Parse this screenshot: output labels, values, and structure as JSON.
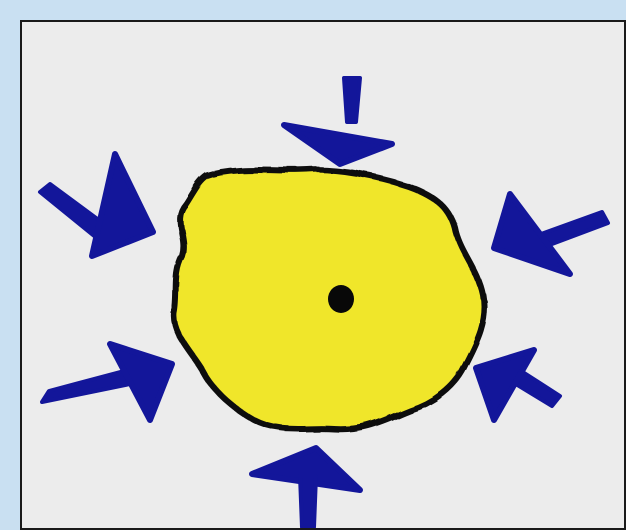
{
  "diagram": {
    "colors": {
      "frame": "#c9e0f2",
      "paper": "#ececec",
      "border": "#1a1a1a",
      "blob_fill": "#f0e62a",
      "blob_outline": "#111111",
      "center_dot": "#080808",
      "arrows": "#13169a"
    },
    "elements": {
      "blob": "irregular-yellow-shape",
      "center": "black-dot",
      "arrows": [
        "arrow-top",
        "arrow-upper-left",
        "arrow-upper-right",
        "arrow-lower-left",
        "arrow-lower-right",
        "arrow-bottom"
      ]
    }
  }
}
